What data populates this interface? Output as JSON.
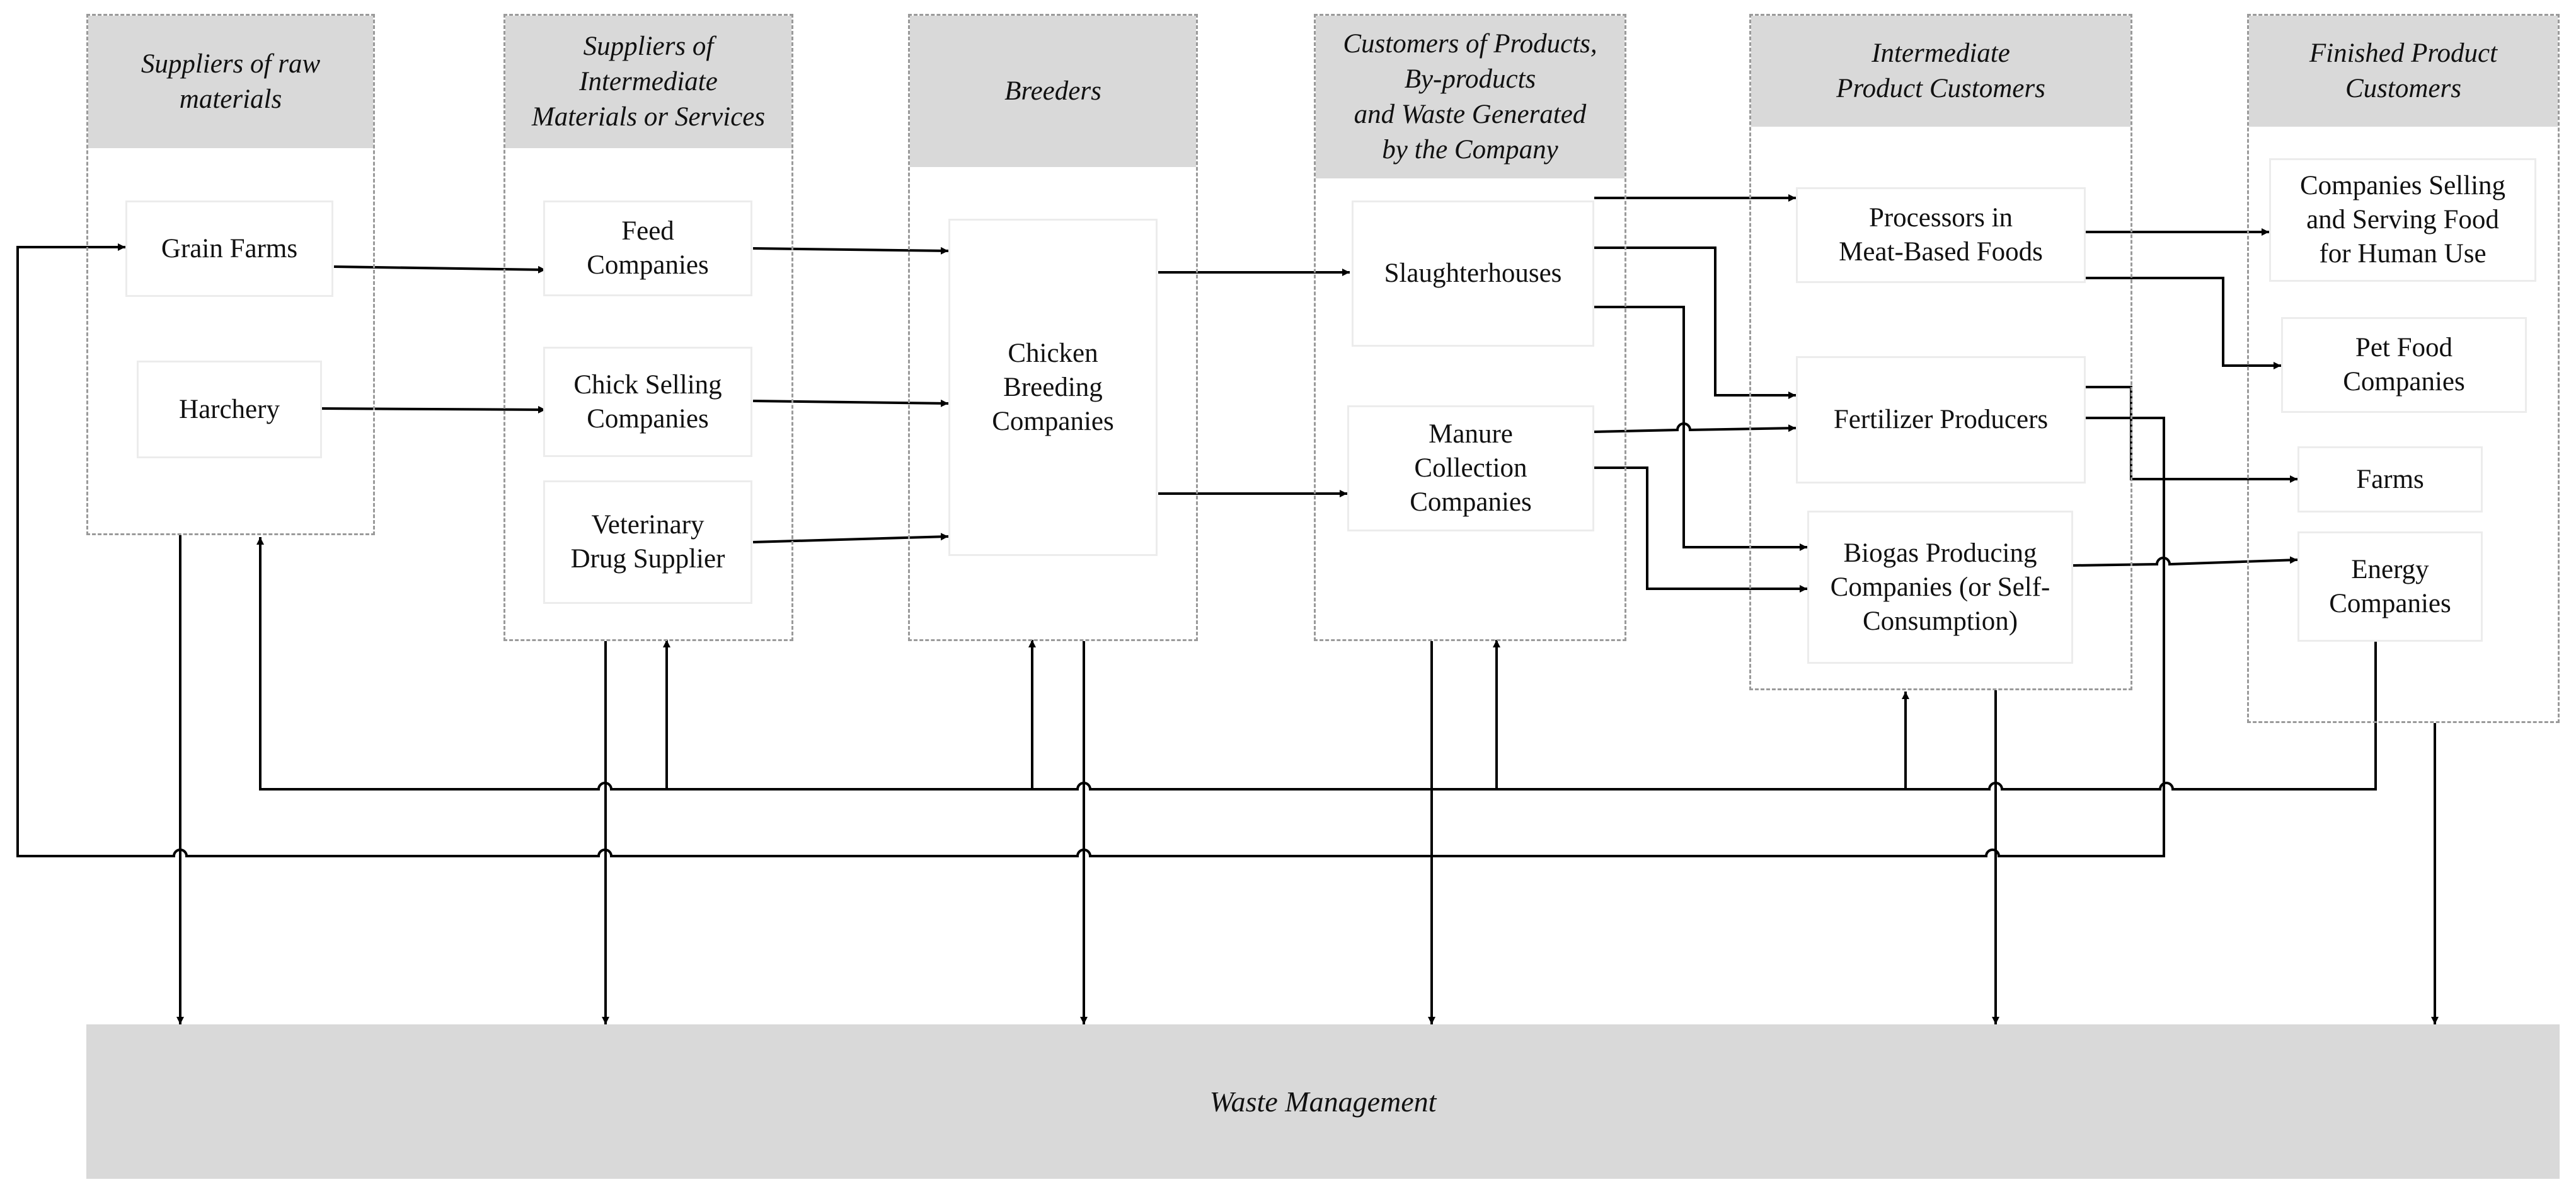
{
  "colors": {
    "header_fill": "#d9d9d9",
    "waste_fill": "#d9d9d9",
    "line": "#000000",
    "column_border": "#9a9a9a",
    "node_border": "#ececec"
  },
  "columns": [
    {
      "id": "raw",
      "title": "Suppliers of raw\nmaterials"
    },
    {
      "id": "intermediate",
      "title": "Suppliers of\nIntermediate\nMaterials or Services"
    },
    {
      "id": "breeders",
      "title": "Breeders"
    },
    {
      "id": "customers",
      "title": "Customers of Products,\nBy-products\nand Waste Generated\nby the Company"
    },
    {
      "id": "intermediate_customers",
      "title": "Intermediate\nProduct Customers"
    },
    {
      "id": "finished",
      "title": "Finished Product\nCustomers"
    }
  ],
  "nodes": {
    "grain_farms": "Grain Farms",
    "harchery": "Harchery",
    "feed_companies": "Feed\nCompanies",
    "chick_selling": "Chick Selling\nCompanies",
    "veterinary": "Veterinary\nDrug Supplier",
    "chicken_breeding": "Chicken\nBreeding\nCompanies",
    "slaughterhouses": "Slaughterhouses",
    "manure_collection": "Manure\nCollection\nCompanies",
    "processors": "Processors in\nMeat-Based Foods",
    "fertilizer": "Fertilizer Producers",
    "biogas": "Biogas Producing\nCompanies (or Self-\nConsumption)",
    "food_companies": "Companies Selling\nand Serving Food\nfor Human Use",
    "pet_food": "Pet Food\nCompanies",
    "farms": "Farms",
    "energy": "Energy\nCompanies"
  },
  "waste": {
    "label": "Waste Management"
  }
}
